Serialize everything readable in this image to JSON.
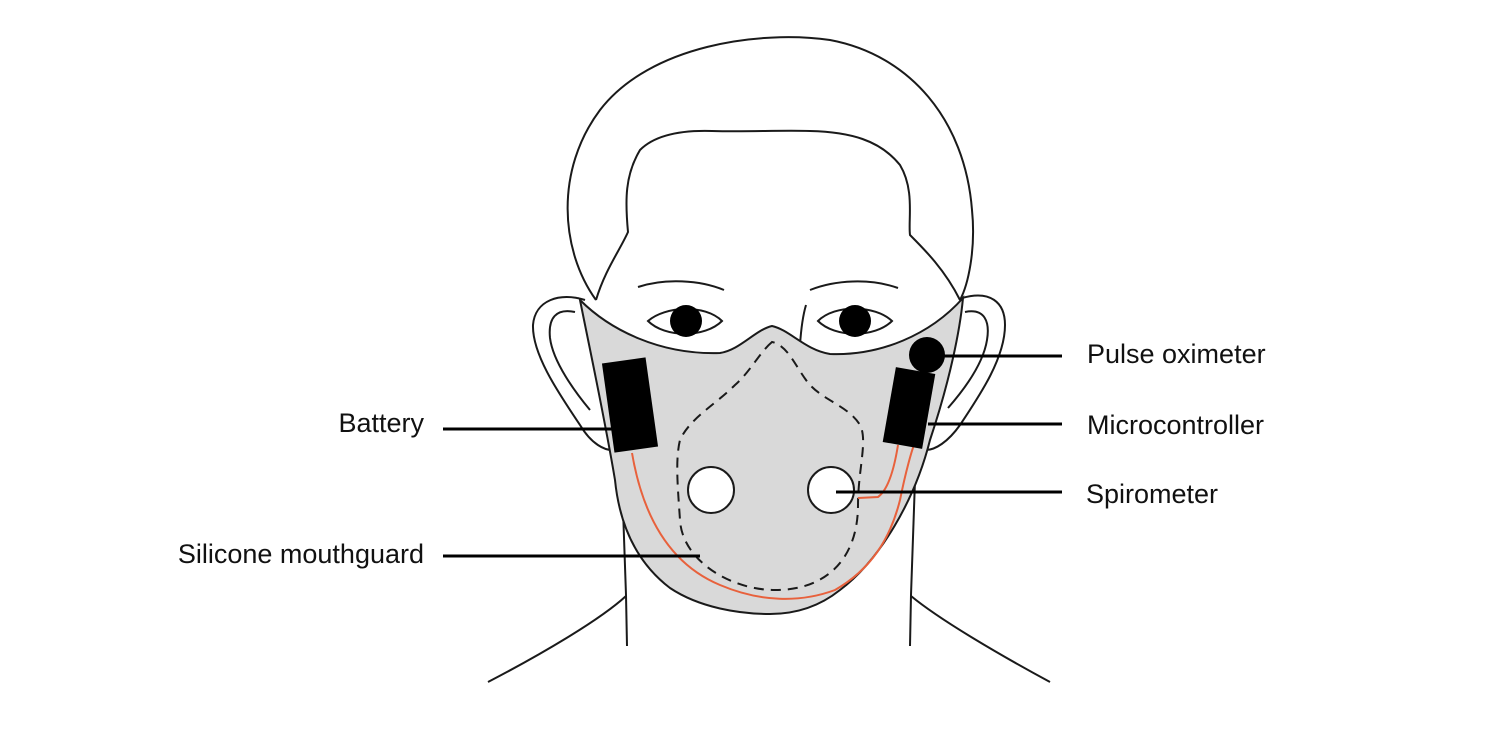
{
  "diagram": {
    "labels": {
      "pulse_oximeter": "Pulse oximeter",
      "microcontroller": "Microcontroller",
      "spirometer": "Spirometer",
      "battery": "Battery",
      "mouthguard": "Silicone mouthguard"
    },
    "colors": {
      "outline": "#1a1a1a",
      "mask_fill": "#d9d9d9",
      "wire": "#e8613c",
      "component": "#000000",
      "background": "#ffffff"
    }
  }
}
